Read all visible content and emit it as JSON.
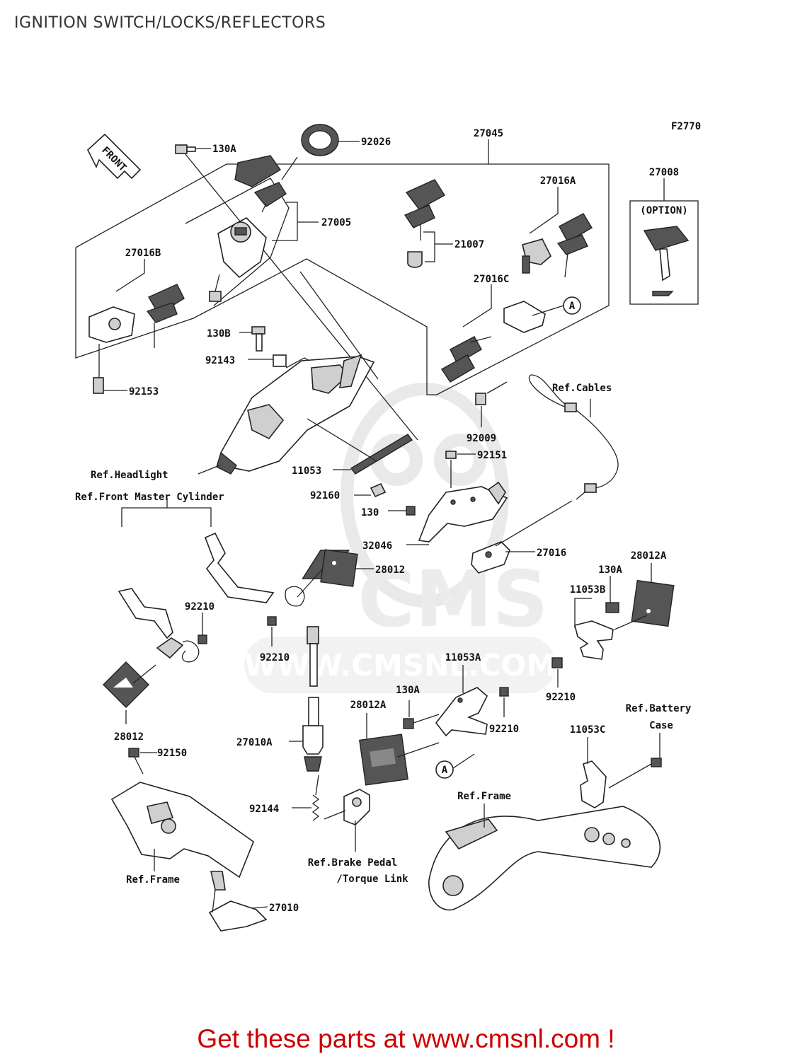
{
  "title": "IGNITION SWITCH/LOCKS/REFLECTORS",
  "figure_code": "F2770",
  "front_label": "FRONT",
  "option_label": "(OPTION)",
  "watermark": {
    "logo": "CMS",
    "url": "WWW.CMSNL.COM"
  },
  "callouts": {
    "c130A_1": "130A",
    "c92026": "92026",
    "c27045": "27045",
    "c27008": "27008",
    "c27016A": "27016A",
    "c27005": "27005",
    "c21007": "21007",
    "c27016B": "27016B",
    "c27016C": "27016C",
    "c130B": "130B",
    "c92143": "92143",
    "c92153": "92153",
    "c92009": "92009",
    "c92151": "92151",
    "c11053": "11053",
    "c92160": "92160",
    "c130": "130",
    "c32046": "32046",
    "c27016": "27016",
    "c28012_1": "28012",
    "c28012A_1": "28012A",
    "c130A_2": "130A",
    "c11053B": "11053B",
    "c92210_1": "92210",
    "c92210_2": "92210",
    "c92210_3": "92210",
    "c92210_4": "92210",
    "c11053A": "11053A",
    "c130A_3": "130A",
    "c28012A_2": "28012A",
    "c11053C": "11053C",
    "c28012_2": "28012",
    "c92150": "92150",
    "c27010A": "27010A",
    "c92144": "92144",
    "c27010": "27010",
    "marker_a1": "A",
    "marker_a2": "A"
  },
  "references": {
    "cables": "Ref.Cables",
    "headlight": "Ref.Headlight",
    "front_master_cylinder": "Ref.Front Master Cylinder",
    "battery_case_1": "Ref.Battery",
    "battery_case_2": "Case",
    "frame_right": "Ref.Frame",
    "frame_left": "Ref.Frame",
    "brake_pedal_1": "Ref.Brake Pedal",
    "brake_pedal_2": "/Torque Link"
  },
  "footer": {
    "text": "Get these parts at www.cmsnl.com !",
    "color": "#cc0000"
  }
}
